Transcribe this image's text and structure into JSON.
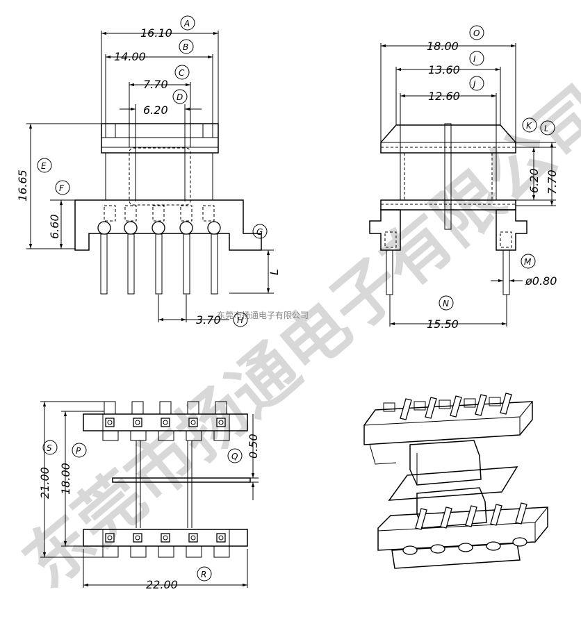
{
  "watermark": {
    "company": "东莞市扬通电子有限公司",
    "company_small": "东莞市扬通电子有限公司"
  },
  "front_view": {
    "dims": {
      "A": "16.10",
      "B": "14.00",
      "C": "7.70",
      "D": "6.20",
      "E": "16.65",
      "F": "6.60",
      "H": "3.70"
    },
    "labels": {
      "A": "A",
      "B": "B",
      "C": "C",
      "D": "D",
      "E": "E",
      "F": "F",
      "G": "G",
      "H": "H",
      "L": "L"
    }
  },
  "side_view": {
    "dims": {
      "O": "18.00",
      "I": "13.60",
      "J": "12.60",
      "K": "6.20",
      "L": "7.70",
      "M": "ø0.80",
      "N": "15.50"
    },
    "labels": {
      "O": "O",
      "I": "I",
      "J": "J",
      "K": "K",
      "L": "L",
      "M": "M",
      "N": "N"
    }
  },
  "bottom_view": {
    "dims": {
      "S": "21.00",
      "P": "18.00",
      "Q": "0.50",
      "R": "22.00"
    },
    "labels": {
      "S": "S",
      "P": "P",
      "Q": "Q",
      "R": "R"
    }
  }
}
